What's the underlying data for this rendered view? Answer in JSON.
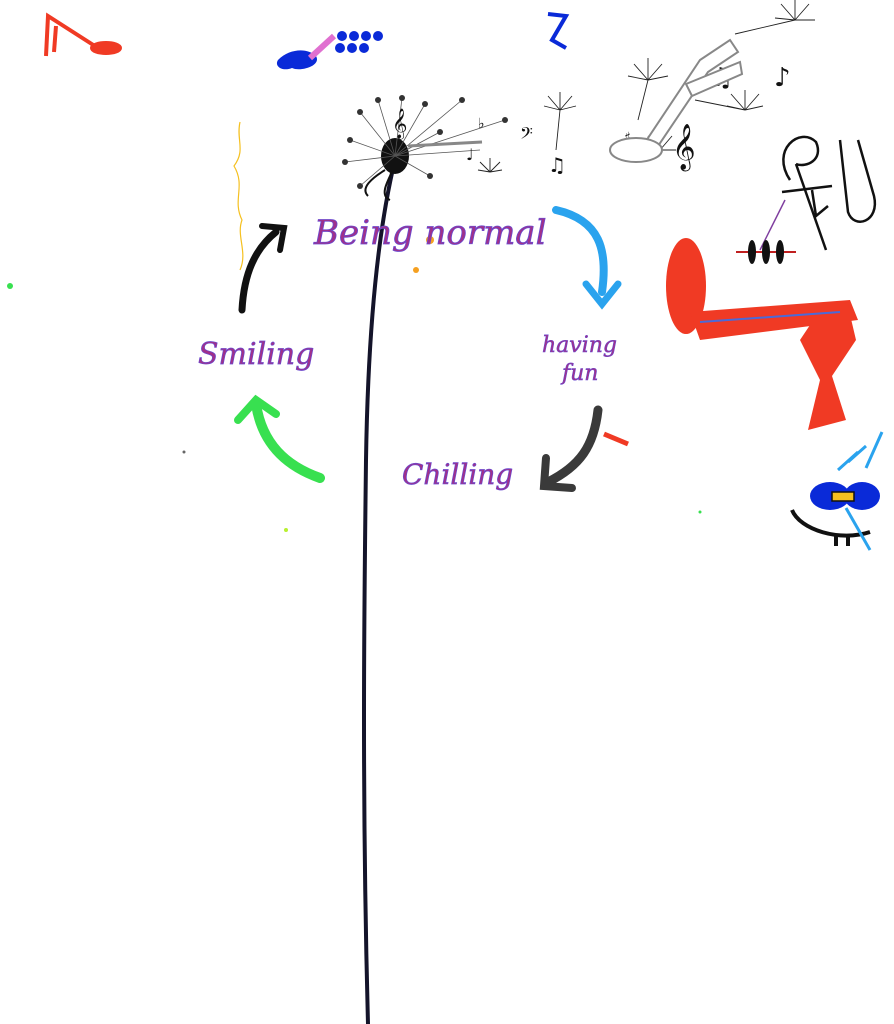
{
  "cycle": {
    "labels": {
      "being_normal": "Being normal",
      "having_fun_line1": "having",
      "having_fun_line2": "fun",
      "chilling": "Chilling",
      "smiling": "Smiling"
    },
    "label_colors": {
      "primary": "#a0308a",
      "outline": "#6a4ad0"
    },
    "arrow_colors": {
      "to_having_fun": "#2aa3ee",
      "to_chilling": "#3a3a3a",
      "to_smiling": "#38e050",
      "to_being_normal": "#111111"
    }
  },
  "decorations": {
    "stem_color": "#14142a",
    "accent_colors": [
      "#f03a24",
      "#0a2ad8",
      "#e070d0",
      "#111111",
      "#f5c020",
      "#2aa3ee"
    ],
    "icons": [
      "eighth-note-icon",
      "dandelion-icon",
      "treble-clef-icon",
      "bass-clef-icon",
      "quarter-note-icon",
      "smiley-face-icon"
    ]
  }
}
